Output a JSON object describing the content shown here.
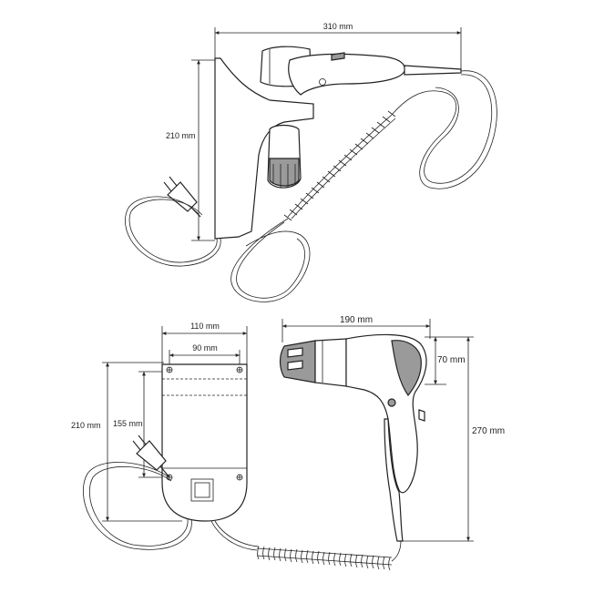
{
  "dimensions": {
    "top_width": "310 mm",
    "top_height": "210 mm",
    "front_width_outer": "110 mm",
    "front_width_inner": "90 mm",
    "front_height_full": "210 mm",
    "front_height_inner": "155 mm",
    "dryer_length": "190 mm",
    "dryer_nozzle_height": "70 mm",
    "dryer_total_height": "270 mm"
  }
}
